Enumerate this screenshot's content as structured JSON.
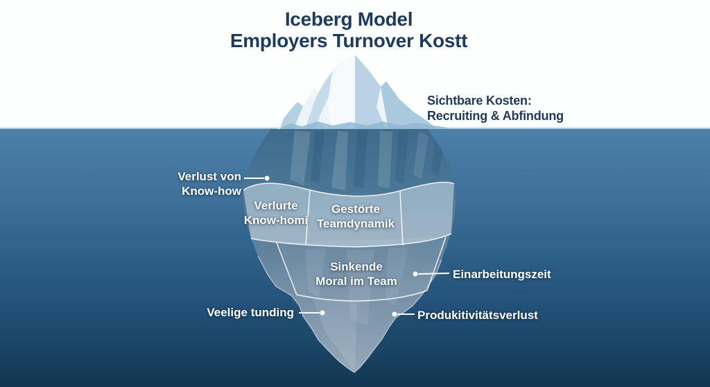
{
  "title": {
    "line1": "Iceberg Model",
    "line2": "Employers Turnover Kostt"
  },
  "above_water": {
    "heading": "Sichtbare Kosten:",
    "subheading": "Recruiting & Abfindung"
  },
  "underwater_labels": {
    "knowledge_loss": {
      "line1": "Verlust von",
      "line2": "Know-how"
    },
    "segment_left": {
      "line1": "Verlurte",
      "line2": "Know-homi"
    },
    "segment_center": {
      "line1": "Gestörte",
      "line2": "Teamdynamik"
    },
    "segment_lower": {
      "line1": "Sinkende",
      "line2": "Moral im Team"
    },
    "onboarding_time": "Einarbeitungszeit",
    "severance": "Veelige tunding",
    "productivity_loss": "Produkitivitätsverlust"
  },
  "colors": {
    "title_text": "#1e3a5c",
    "label_text": "#ffffff",
    "water_surface": "#4d80a9",
    "water_deep": "#133751",
    "iceberg_above_water": "#eef5fa",
    "iceberg_below_water": "#44718f",
    "frosted_panel": "rgba(214,226,235,0.52)",
    "segment_outline": "#ffffff"
  }
}
